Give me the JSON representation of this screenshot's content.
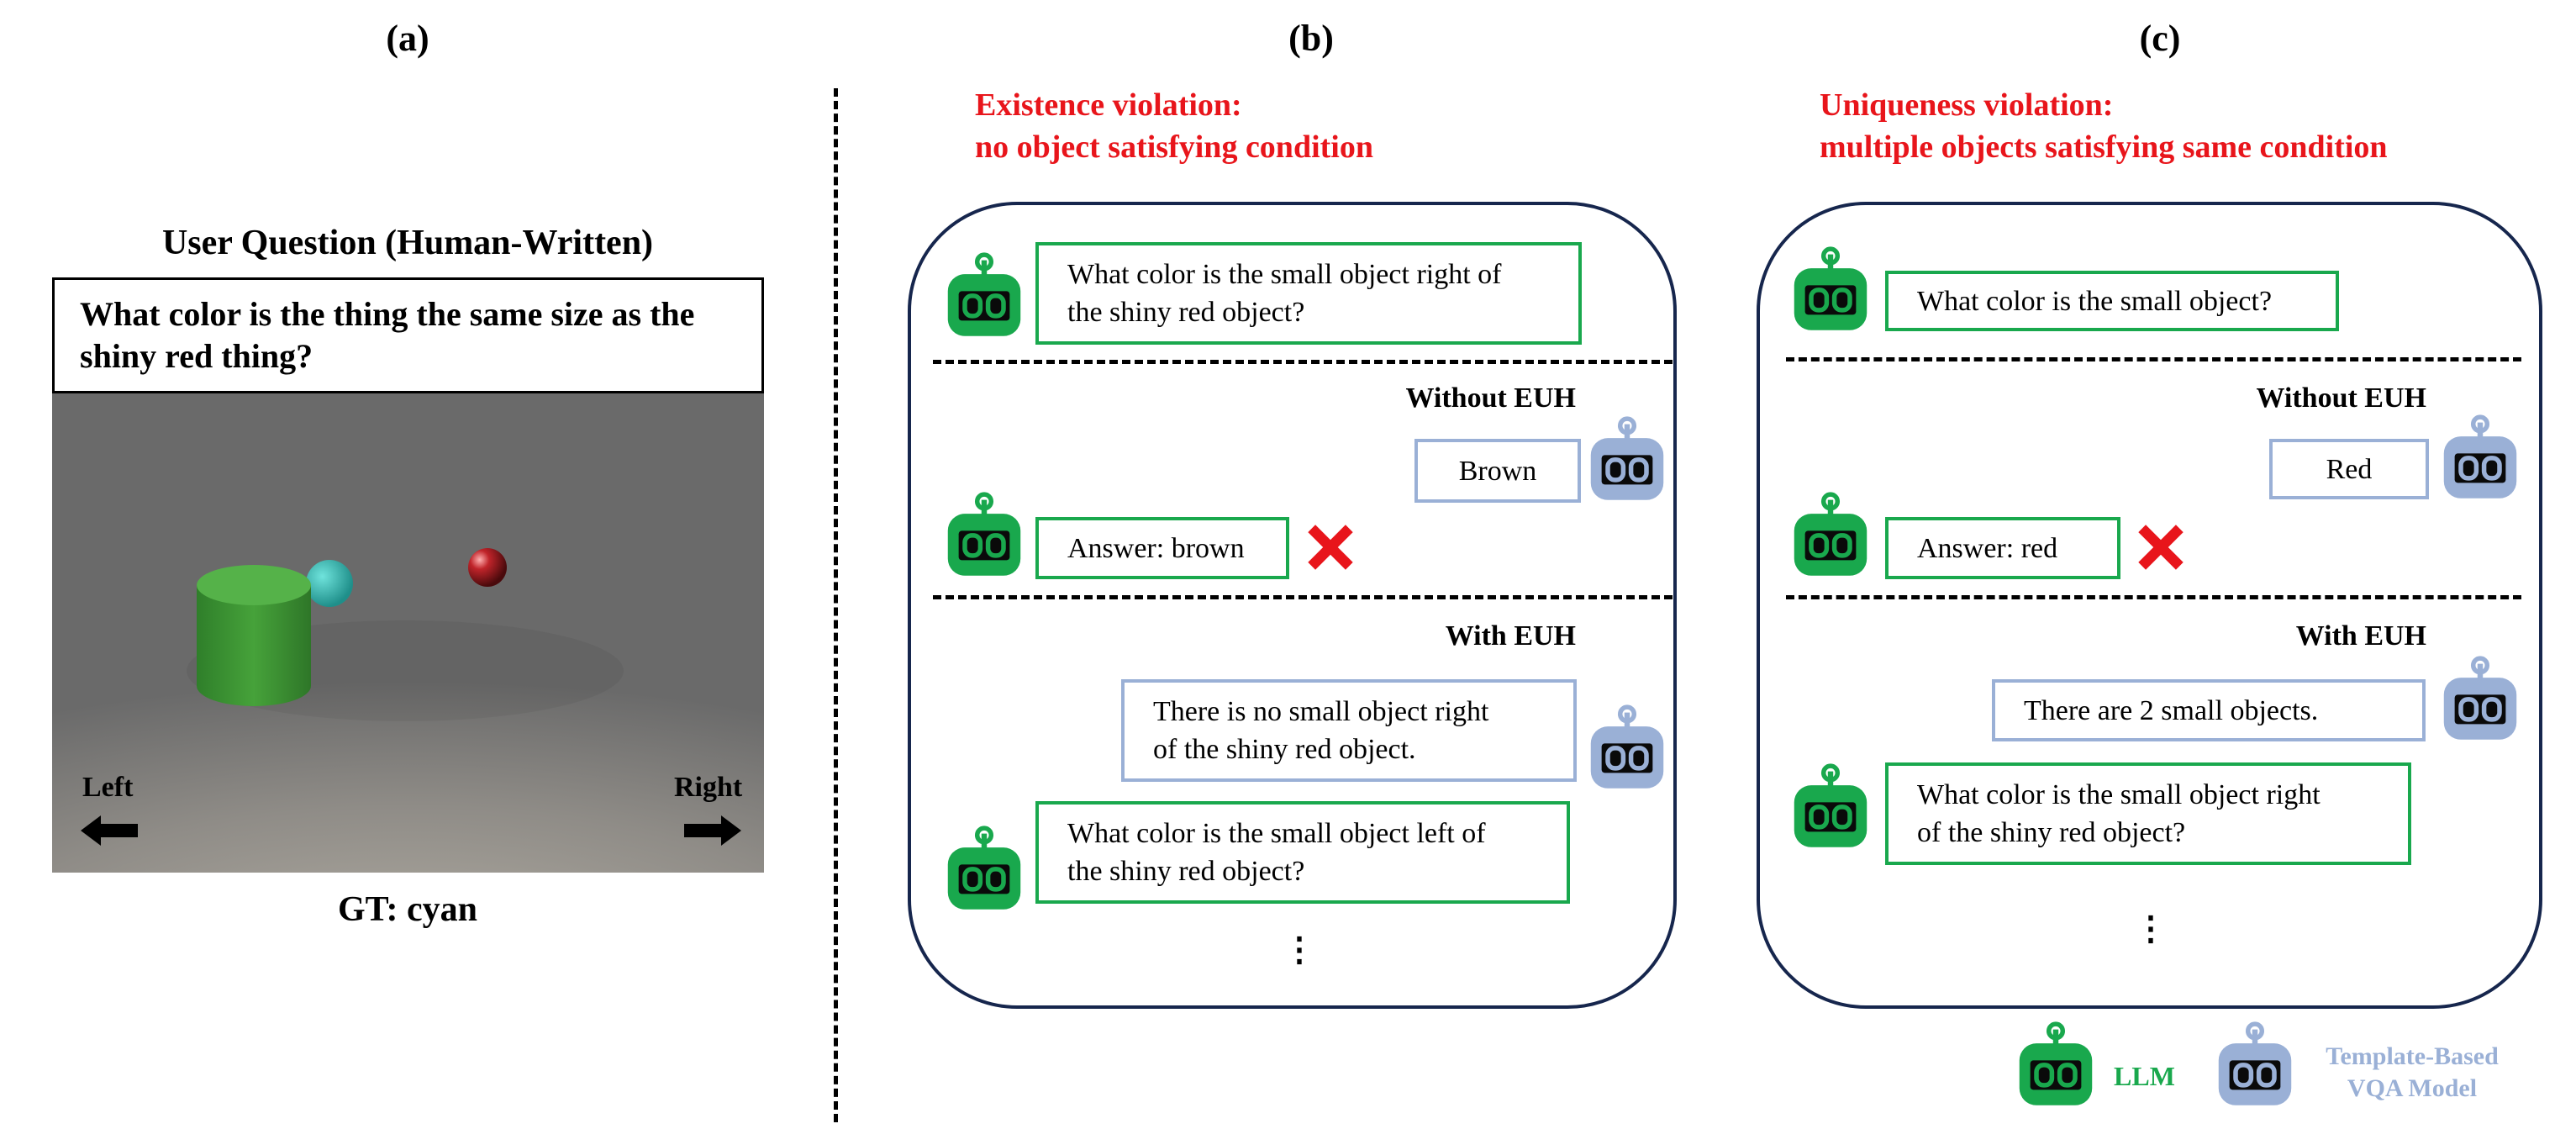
{
  "panels": {
    "a": "(a)",
    "b": "(b)",
    "c": "(c)"
  },
  "panel_a": {
    "title": "User Question (Human-Written)",
    "question": "What color is the thing the same size as the shiny red thing?",
    "left_label": "Left",
    "right_label": "Right",
    "gt": "GT: cyan"
  },
  "panel_b": {
    "violation_line1": "Existence violation:",
    "violation_line2": "no object satisfying condition",
    "q1_line1": "What color is the small object right of",
    "q1_line2": "the shiny red object?",
    "without_label": "Without EUH",
    "vqa_answer": "Brown",
    "llm_answer": "Answer: brown",
    "with_label": "With EUH",
    "vqa_response_line1": "There is no small object right",
    "vqa_response_line2": "of the shiny red object.",
    "q2_line1": "What color is the small object left of",
    "q2_line2": "the shiny red object?",
    "ellipsis": "⋮"
  },
  "panel_c": {
    "violation_line1": "Uniqueness violation:",
    "violation_line2": "multiple objects satisfying same condition",
    "q1": "What color is the small object?",
    "without_label": "Without EUH",
    "vqa_answer": "Red",
    "llm_answer": "Answer: red",
    "with_label": "With EUH",
    "vqa_response": "There are 2 small objects.",
    "q2_line1": "What color is the small object right",
    "q2_line2": "of the shiny red object?",
    "ellipsis": "⋮"
  },
  "legend": {
    "llm_label": "LLM",
    "vqa_label_line1": "Template-Based",
    "vqa_label_line2": "VQA Model"
  },
  "colors": {
    "llm_green": "#19a84d",
    "vqa_blue": "#9ab0d6",
    "violation_red": "#e8151b",
    "box_navy": "#16264d"
  },
  "icons": {
    "llm": "robot-icon-green",
    "vqa": "robot-icon-blue",
    "wrong": "red-cross-icon",
    "arrow_left": "arrow-left-icon",
    "arrow_right": "arrow-right-icon"
  }
}
